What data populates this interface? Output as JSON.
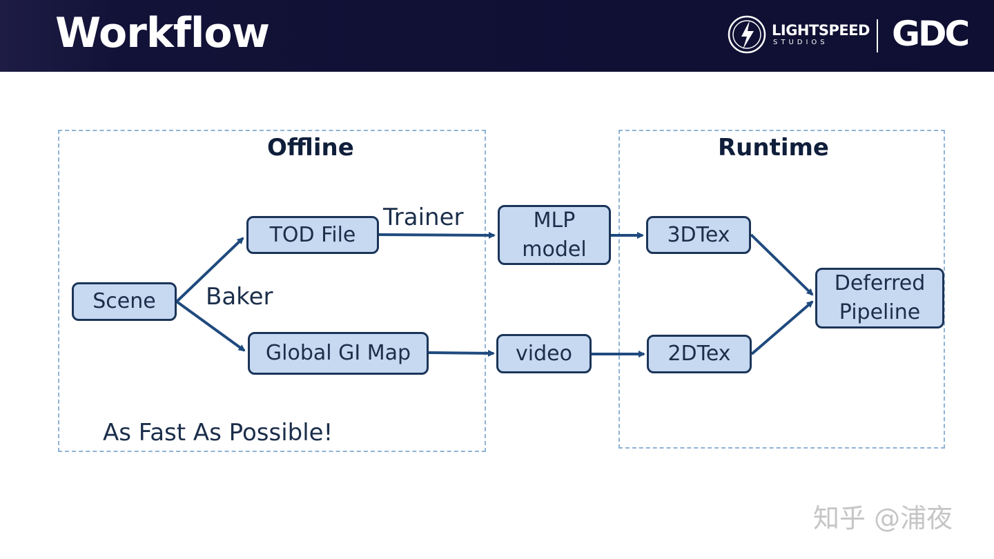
{
  "header": {
    "title": "Workflow",
    "logo_lightspeed": "LIGHTSPEED",
    "logo_studios": "STUDIOS",
    "logo_gdc": "GDC"
  },
  "regions": {
    "offline": "Offline",
    "runtime": "Runtime"
  },
  "nodes": {
    "scene": "Scene",
    "tod_file": "TOD File",
    "global_gi_map": "Global GI Map",
    "mlp_model": "MLP\nmodel",
    "video": "video",
    "tex3d": "3DTex",
    "tex2d": "2DTex",
    "deferred_pipeline": "Deferred\nPipeline"
  },
  "edge_labels": {
    "baker": "Baker",
    "trainer": "Trainer"
  },
  "note": "As Fast As Possible!",
  "watermark": "知乎 @浦夜",
  "colors": {
    "header_bg": "#0f0f33",
    "node_fill": "#c6d9f1",
    "node_border": "#1b3458",
    "arrow": "#1f4a7e",
    "region_border": "#8fb2d6"
  }
}
